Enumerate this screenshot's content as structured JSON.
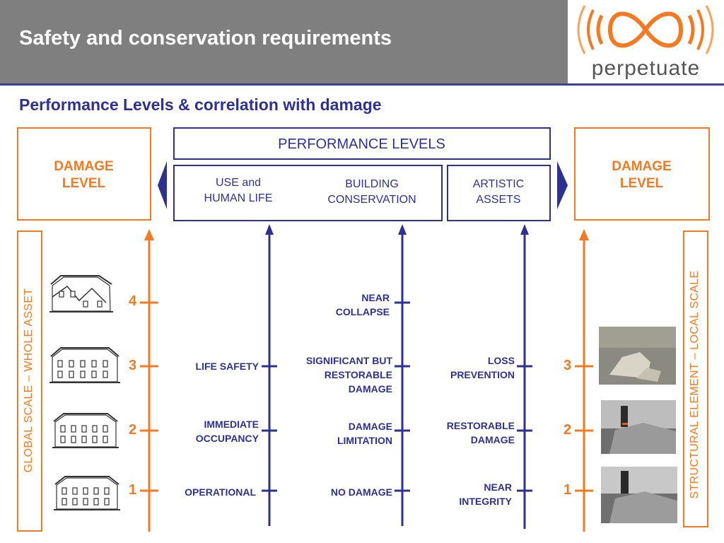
{
  "header": {
    "title": "Safety and conservation requirements"
  },
  "logo": {
    "text": "perpetuate"
  },
  "subtitle": "Performance Levels & correlation with damage",
  "damage_level_left": "DAMAGE\nLEVEL",
  "damage_level_right": "DAMAGE\nLEVEL",
  "performance_levels": "PERFORMANCE LEVELS",
  "categories": {
    "use": "USE and\nHUMAN LIFE",
    "conservation": "BUILDING\nCONSERVATION",
    "artistic": "ARTISTIC\nASSETS"
  },
  "scales": {
    "global": "GLOBAL SCALE – WHOLE  ASSET",
    "local": "STRUCTURAL ELEMENT –  LOCAL SCALE"
  },
  "left_levels": [
    "4",
    "3",
    "2",
    "1"
  ],
  "right_levels": [
    "3",
    "2",
    "1"
  ],
  "use_levels": {
    "l3": "LIFE SAFETY",
    "l2": "IMMEDIATE\nOCCUPANCY",
    "l1": "OPERATIONAL"
  },
  "conservation_levels": {
    "l4": "NEAR\nCOLLAPSE",
    "l3": "SIGNIFICANT BUT\nRESTORABLE\nDAMAGE",
    "l2": "DAMAGE\nLIMITATION",
    "l1": "NO DAMAGE"
  },
  "artistic_levels": {
    "l3": "LOSS\nPREVENTION",
    "l2": "RESTORABLE\nDAMAGE",
    "l1": "NEAR\nINTEGRITY"
  },
  "colors": {
    "orange": "#f47920",
    "blue": "#2e3192",
    "header_gray": "#7f7f7f"
  }
}
